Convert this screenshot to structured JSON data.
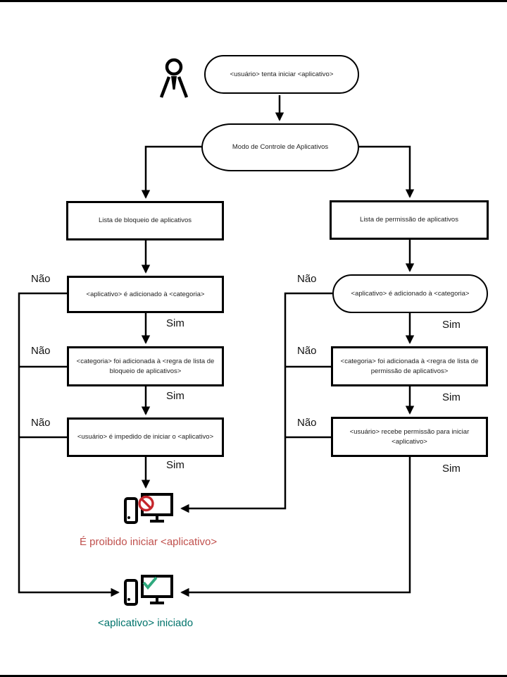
{
  "labels": {
    "no": "Não",
    "yes": "Sim"
  },
  "flow": {
    "start": "<usuário> tenta iniciar <aplicativo>",
    "mode": "Modo de Controle de Aplicativos",
    "left": {
      "list": "Lista de bloqueio de aplicativos",
      "step1": "<aplicativo> é adicionado à <categoria>",
      "step2": "<categoria> foi adicionada à <regra de lista de bloqueio de aplicativos>",
      "step3": "<usuário> é impedido de iniciar o <aplicativo>",
      "result": "É proibido iniciar <aplicativo>"
    },
    "right": {
      "list": "Lista de permissão de aplicativos",
      "step1": "<aplicativo> é adicionado à <categoria>",
      "step2": "<categoria> foi adicionada à <regra de lista de permissão de aplicativos>",
      "step3": "<usuário> recebe permissão para iniciar <aplicativo>",
      "result": "<aplicativo> iniciado"
    }
  },
  "colors": {
    "line": "#000000",
    "blocked_text": "#c0504d",
    "started_text": "#00736b",
    "prohibited_sign": "#c5262c",
    "check_mark": "#2fa97e"
  },
  "icons": {
    "user": "user-icon",
    "blocked": "blocked-computer-icon",
    "started": "started-computer-icon"
  }
}
